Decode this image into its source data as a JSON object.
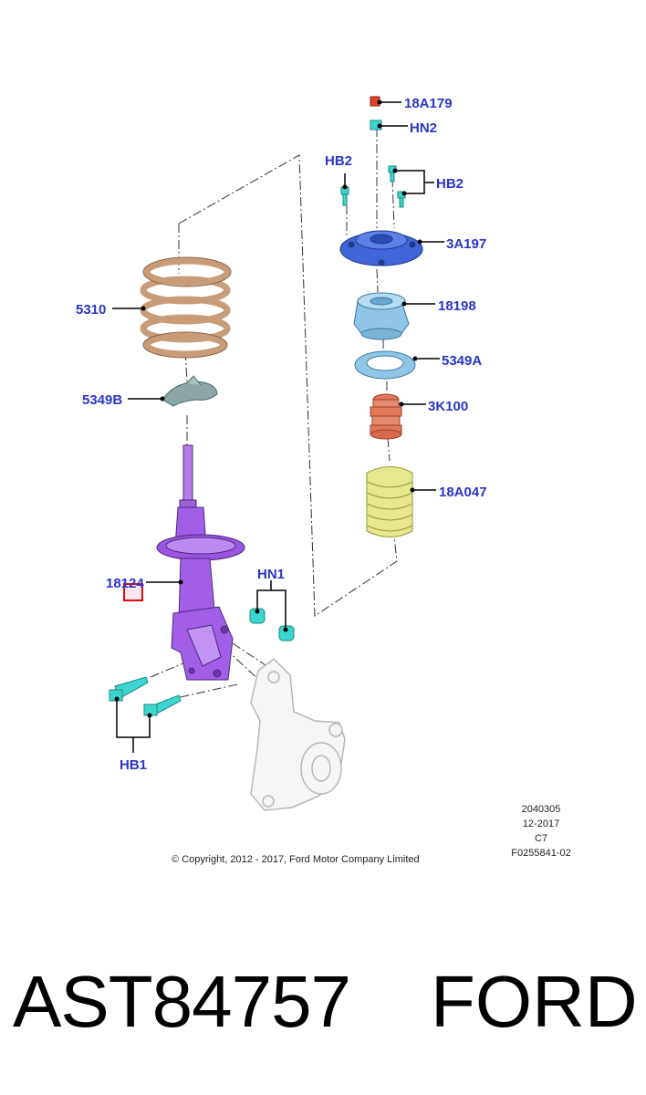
{
  "callouts": {
    "c18A179": "18A179",
    "hn2": "HN2",
    "hb2_left": "HB2",
    "hb2_right": "HB2",
    "c3A197": "3A197",
    "c18198": "18198",
    "c5349A": "5349A",
    "c3K100": "3K100",
    "c18A047": "18A047",
    "c5310": "5310",
    "c5349B": "5349B",
    "c18124": "18124",
    "hn1": "HN1",
    "hb1": "HB1"
  },
  "meta": {
    "code": "2040305",
    "date": "12-2017",
    "rev": "C7",
    "figure": "F0255841-02"
  },
  "copyright": "© Copyright, 2012 - 2017, Ford Motor Company Limited",
  "footer": {
    "part_number": "AST84757",
    "brand": "FORD"
  },
  "colors": {
    "callout_text": "#2a35c9",
    "strut": "#a35ee8",
    "spring": "#c89c78",
    "mount": "#3f66d8",
    "bearing": "#8fc6e8",
    "bump_stop": "#e0785a",
    "dust_boot": "#e6e78e",
    "fastener": "#3cd5cf",
    "nut_red": "#e0442a",
    "highlight_box": "#e01010"
  }
}
